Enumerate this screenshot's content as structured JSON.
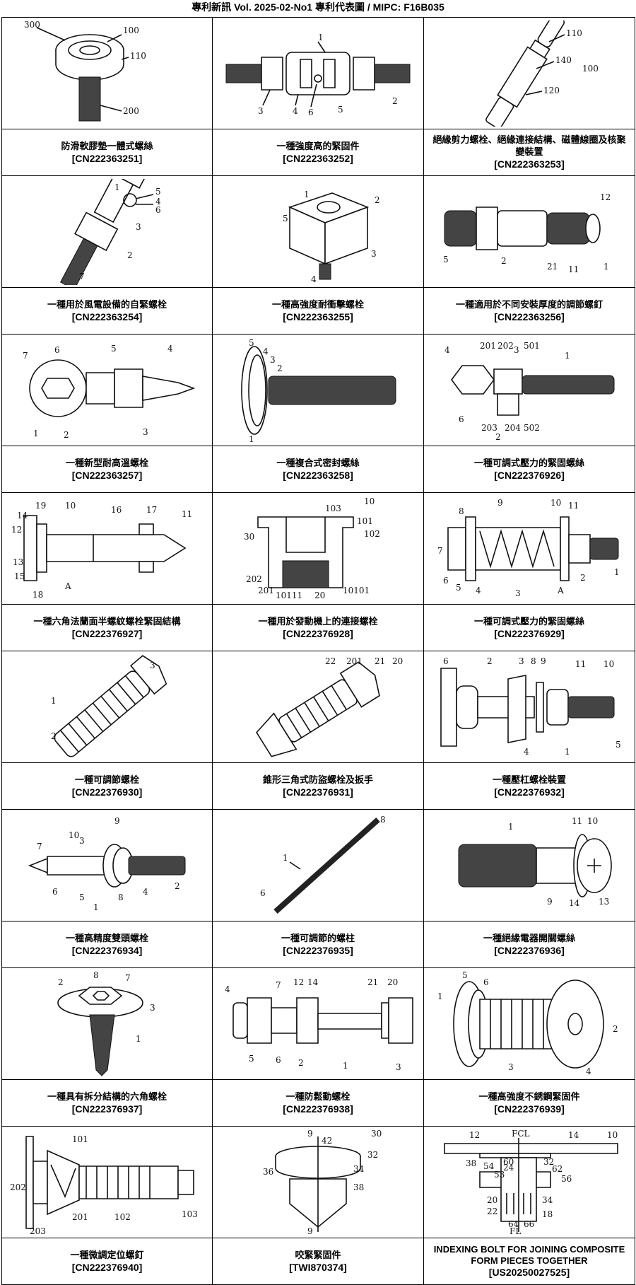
{
  "header": {
    "text": "專利新訊  Vol. 2025-02-No1  專利代表圖  /  MIPC:  F16B035"
  },
  "cards": [
    {
      "title": "防滑軟膠墊一體式螺絲",
      "pn": "[CN222363251]",
      "icon": "thumb-screw-drawing",
      "labels": [
        "300",
        "100",
        "110",
        "200"
      ]
    },
    {
      "title": "一種強度高的緊固件",
      "pn": "[CN222363252]",
      "icon": "turnbuckle-bolt-drawing",
      "labels": [
        "1",
        "3",
        "4",
        "6",
        "5",
        "2"
      ]
    },
    {
      "title": "絕緣剪力螺栓、絕緣連接結構、磁體線圈及核聚變裝置",
      "pn": "[CN222363253]",
      "icon": "insulated-shear-bolt-drawing",
      "labels": [
        "110",
        "140",
        "100",
        "120"
      ]
    },
    {
      "title": "一種用於風電設備的自緊螺栓",
      "pn": "[CN222363254]",
      "icon": "self-locking-bolt-drawing",
      "labels": [
        "1",
        "5",
        "4",
        "6",
        "3",
        "2",
        "7"
      ]
    },
    {
      "title": "一種高強度耐衝擊螺栓",
      "pn": "[CN222363255]",
      "icon": "square-head-bolt-drawing",
      "labels": [
        "1",
        "2",
        "3",
        "4",
        "5"
      ]
    },
    {
      "title": "一種適用於不同安裝厚度的調節螺釘",
      "pn": "[CN222363256]",
      "icon": "adjusting-screw-drawing",
      "labels": [
        "12",
        "5",
        "2",
        "21",
        "11",
        "1"
      ]
    },
    {
      "title": "一種新型耐高溫螺栓",
      "pn": "[CN222363257]",
      "icon": "heat-resistant-bolt-drawing",
      "labels": [
        "7",
        "6",
        "5",
        "4",
        "1",
        "2",
        "3"
      ]
    },
    {
      "title": "一種複合式密封螺絲",
      "pn": "[CN222363258]",
      "icon": "sealing-screw-drawing",
      "labels": [
        "5",
        "4",
        "3",
        "2",
        "1"
      ]
    },
    {
      "title": "一種可調式壓力的緊固螺絲",
      "pn": "[CN222376926]",
      "icon": "pressure-screw-drawing",
      "labels": [
        "4",
        "201",
        "202",
        "3",
        "501",
        "1",
        "6",
        "203",
        "204",
        "502",
        "2"
      ]
    },
    {
      "title": "一種六角法蘭面半螺紋螺栓緊固結構",
      "pn": "[CN222376927]",
      "icon": "flange-bolt-section-drawing",
      "labels": [
        "19",
        "10",
        "16",
        "17",
        "11",
        "14",
        "12",
        "13",
        "15",
        "18",
        "A"
      ]
    },
    {
      "title": "一種用於發動機上的連接螺栓",
      "pn": "[CN222376928]",
      "icon": "engine-bolt-section-drawing",
      "labels": [
        "10",
        "103",
        "101",
        "102",
        "30",
        "202",
        "201",
        "10111",
        "20",
        "10101"
      ]
    },
    {
      "title": "一種可調式壓力的緊固螺絲",
      "pn": "[CN222376929]",
      "icon": "spring-screw-drawing",
      "labels": [
        "8",
        "9",
        "10",
        "11",
        "7",
        "6",
        "5",
        "4",
        "3",
        "A",
        "2",
        "1"
      ]
    },
    {
      "title": "一種可調節螺栓",
      "pn": "[CN222376930]",
      "icon": "adjustable-bolt-drawing",
      "labels": [
        "1",
        "2",
        "3"
      ]
    },
    {
      "title": "錐形三角式防盜螺栓及扳手",
      "pn": "[CN222376931]",
      "icon": "anti-theft-bolt-drawing",
      "labels": [
        "22",
        "201",
        "21",
        "20"
      ]
    },
    {
      "title": "一種壓杠螺栓裝置",
      "pn": "[CN222376932]",
      "icon": "lever-bolt-drawing",
      "labels": [
        "6",
        "2",
        "3",
        "8",
        "9",
        "11",
        "10",
        "4",
        "1",
        "5"
      ]
    },
    {
      "title": "一種高精度雙頭螺栓",
      "pn": "[CN222376934]",
      "icon": "stud-bolt-drawing",
      "labels": [
        "9",
        "10",
        "3",
        "7",
        "6",
        "5",
        "1",
        "8",
        "4",
        "2"
      ]
    },
    {
      "title": "一種可調節的螺柱",
      "pn": "[CN222376935]",
      "icon": "threaded-rod-drawing",
      "labels": [
        "8",
        "1",
        "6"
      ]
    },
    {
      "title": "一種絕緣電器開關螺絲",
      "pn": "[CN222376936]",
      "icon": "switch-screw-drawing",
      "labels": [
        "1",
        "11",
        "10",
        "9",
        "14",
        "13"
      ]
    },
    {
      "title": "一種具有拆分結構的六角螺栓",
      "pn": "[CN222376937]",
      "icon": "split-hex-bolt-drawing",
      "labels": [
        "2",
        "8",
        "7",
        "3",
        "1"
      ]
    },
    {
      "title": "一種防鬆動螺栓",
      "pn": "[CN222376938]",
      "icon": "anti-loosening-bolt-drawing",
      "labels": [
        "4",
        "7",
        "12",
        "14",
        "21",
        "20",
        "5",
        "6",
        "2",
        "1",
        "3"
      ]
    },
    {
      "title": "一種高強度不銹鋼緊固件",
      "pn": "[CN222376939]",
      "icon": "stainless-fastener-drawing",
      "labels": [
        "5",
        "6",
        "1",
        "2",
        "3",
        "4"
      ]
    },
    {
      "title": "一種微調定位螺釘",
      "pn": "[CN222376940]",
      "icon": "fine-tuning-screw-drawing",
      "labels": [
        "101",
        "202",
        "201",
        "102",
        "103",
        "203"
      ]
    },
    {
      "title": "咬緊緊固件",
      "pn": "[TWI870374]",
      "icon": "bite-fastener-drawing",
      "labels": [
        "9",
        "42",
        "30",
        "32",
        "34",
        "36",
        "38",
        "9"
      ]
    },
    {
      "title": "INDEXING BOLT FOR JOINING COMPOSITE FORM PIECES TOGETHER",
      "pn": "[US20250027525]",
      "icon": "indexing-bolt-section-drawing",
      "labels": [
        "12",
        "FCL",
        "14",
        "10",
        "60",
        "32",
        "38",
        "54",
        "56",
        "24",
        "62",
        "53",
        "64",
        "66",
        "34",
        "20",
        "22",
        "18",
        "FL"
      ]
    }
  ]
}
